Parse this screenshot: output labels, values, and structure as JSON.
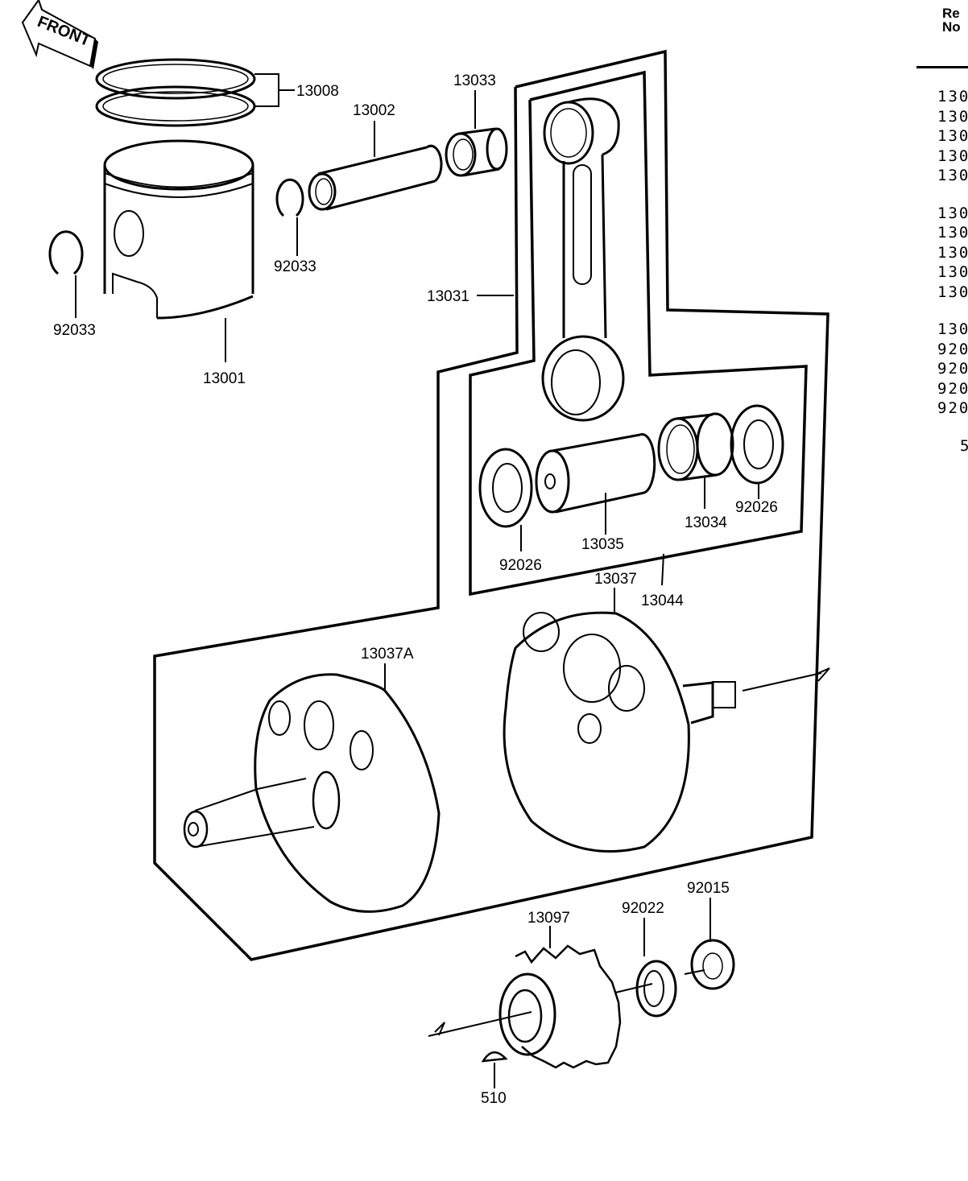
{
  "diagram": {
    "title": "Crankshaft / Piston exploded parts diagram",
    "front_arrow_label": "FRONT",
    "callouts": {
      "rings": "13008",
      "piston_pin": "13002",
      "small_end_bearing": "13033",
      "circlip_right": "92033",
      "circlip_left": "92033",
      "piston": "13001",
      "connecting_rod": "13031",
      "crank_pin": "13035",
      "big_end_bearing": "13034",
      "thrust_washer_right": "92026",
      "thrust_washer_left": "92026",
      "crankshaft_right": "13037",
      "crankshaft_assy": "13044",
      "crankshaft_left": "13037A",
      "primary_gear": "13097",
      "lock_washer": "92022",
      "nut": "92015",
      "woodruff_key": "510"
    }
  },
  "ref_table": {
    "header_line1": "Re",
    "header_line2": "No",
    "rows": [
      "130",
      "130",
      "130",
      "130",
      "130",
      "",
      "130",
      "130",
      "130",
      "130",
      "130",
      "",
      "130",
      "920",
      "920",
      "920",
      "920",
      "",
      "5"
    ]
  }
}
